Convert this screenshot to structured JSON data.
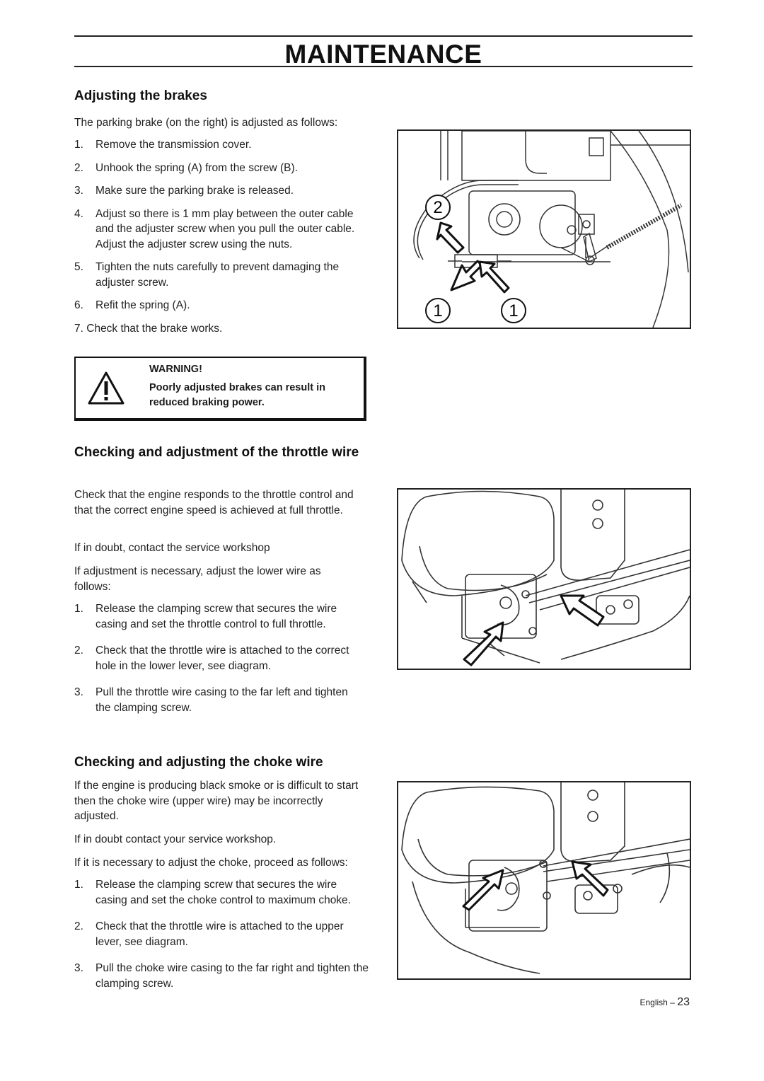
{
  "header": {
    "title": "MAINTENANCE"
  },
  "brakes": {
    "heading": "Adjusting the brakes",
    "intro": "The parking brake (on the right) is adjusted as follows:",
    "steps": [
      {
        "num": "1.",
        "text": "Remove the transmission cover."
      },
      {
        "num": "2.",
        "text": "Unhook the spring (A) from the screw (B)."
      },
      {
        "num": "3.",
        "text": "Make sure the parking brake is released."
      },
      {
        "num": "4.",
        "text": "Adjust so there is 1 mm play between the outer cable and the adjuster screw when you pull the outer cable.",
        "extra": "Adjust the adjuster screw using the nuts."
      },
      {
        "num": "5.",
        "text": "Tighten the nuts carefully to prevent damaging the adjuster screw."
      },
      {
        "num": "6.",
        "text": "Refit the spring (A)."
      },
      {
        "num": "7.",
        "text": "Check that the brake works."
      }
    ],
    "warning": {
      "label": "WARNING!",
      "text": "Poorly adjusted brakes can result in reduced braking power."
    },
    "figure_labels": [
      "2",
      "1",
      "1"
    ]
  },
  "throttle": {
    "heading": "Checking and adjustment of the throttle wire",
    "paragraphs": [
      "Check that the engine responds to the throttle control and that the correct engine speed is achieved at full throttle.",
      "If in doubt, contact the service workshop",
      "If adjustment is necessary, adjust the lower wire as follows:"
    ],
    "steps": [
      {
        "num": "1.",
        "text": "Release the clamping screw that secures the wire casing and set the throttle control to full throttle."
      },
      {
        "num": "2.",
        "text": "Check that the throttle wire is attached to the correct hole in the lower lever, see diagram."
      },
      {
        "num": "3.",
        "text": "Pull the throttle wire casing to the far left and tighten the clamping screw."
      }
    ]
  },
  "choke": {
    "heading": "Checking and adjusting the choke wire",
    "paragraphs": [
      "If the engine is producing black smoke or is difficult to start then the choke wire (upper wire) may be incorrectly adjusted.",
      "If in doubt contact your service workshop.",
      "If it is necessary to adjust the choke, proceed as follows:"
    ],
    "steps": [
      {
        "num": "1.",
        "text": "Release the clamping screw that secures the wire casing and set the choke control to maximum choke."
      },
      {
        "num": "2.",
        "text": "Check that the throttle wire is attached to the upper lever, see diagram."
      },
      {
        "num": "3.",
        "text": "Pull the choke wire casing to the far right and tighten the clamping screw."
      }
    ]
  },
  "footer": {
    "language": "English – ",
    "page": "23"
  }
}
